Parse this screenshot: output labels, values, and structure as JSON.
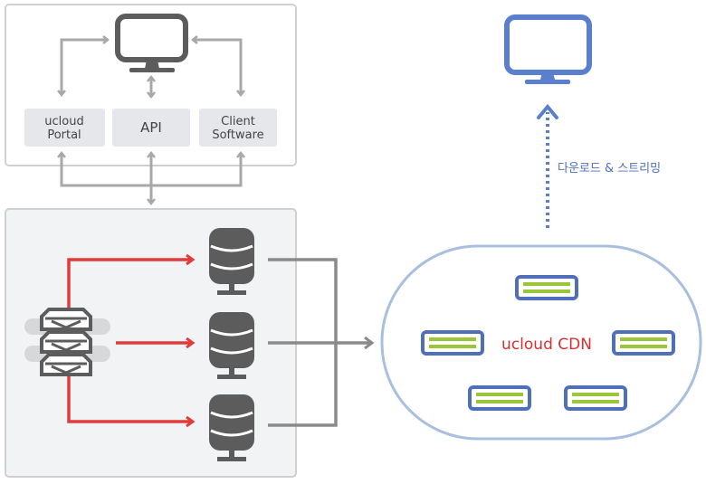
{
  "clients": {
    "portal_line1": "ucloud",
    "portal_line2": "Portal",
    "api": "API",
    "software_line1": "Client",
    "software_line2": "Software"
  },
  "delivery_label": "다운로드 & 스트리밍",
  "cdn_label": "ucloud CDN",
  "colors": {
    "red": "#e03c3c",
    "gray_line": "#a8a8a8",
    "blue": "#5a7fcf",
    "green": "#9bc63a",
    "panel": "#f2f3f5"
  }
}
